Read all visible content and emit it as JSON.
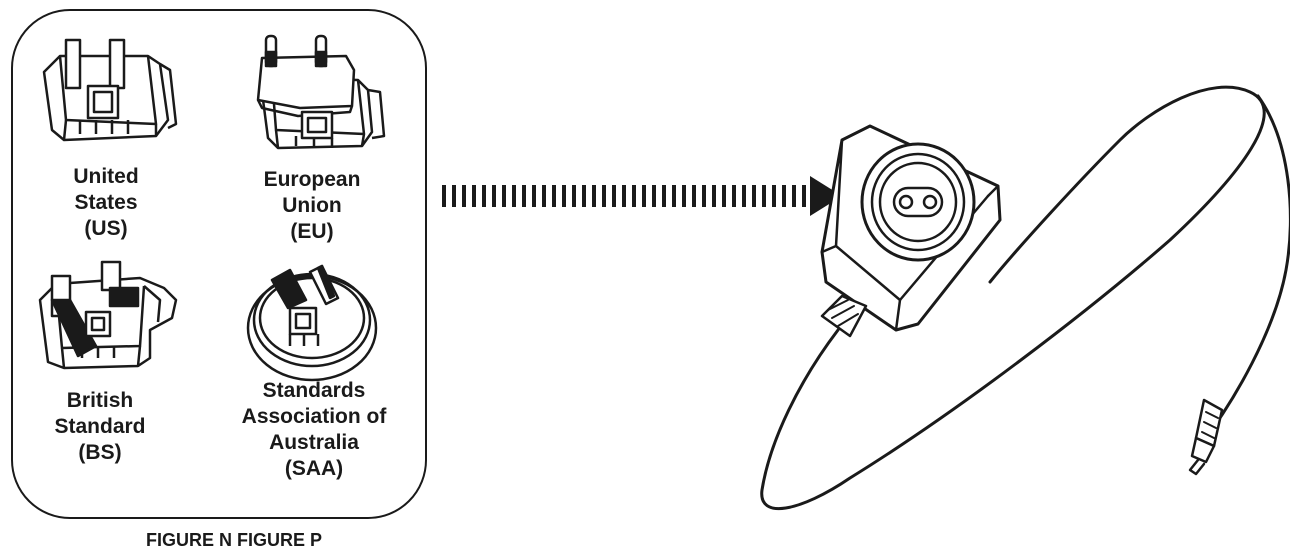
{
  "plugs": [
    {
      "id": "us",
      "lines": [
        "United",
        "States",
        "(US)"
      ]
    },
    {
      "id": "eu",
      "lines": [
        "European",
        "Union",
        "(EU)"
      ]
    },
    {
      "id": "bs",
      "lines": [
        "British",
        "Standard",
        "(BS)"
      ]
    },
    {
      "id": "saa",
      "lines": [
        "Standards",
        "Association of",
        "Australia",
        "(SAA)"
      ]
    }
  ],
  "captions": {
    "figure_n": "FIGURE N",
    "figure_p": "FIGURE P"
  },
  "colors": {
    "ink": "#1a1a1a",
    "background": "#ffffff"
  },
  "icons": {
    "arrow": "dashed-arrow-right-icon",
    "adapter": "power-adapter-icon"
  }
}
